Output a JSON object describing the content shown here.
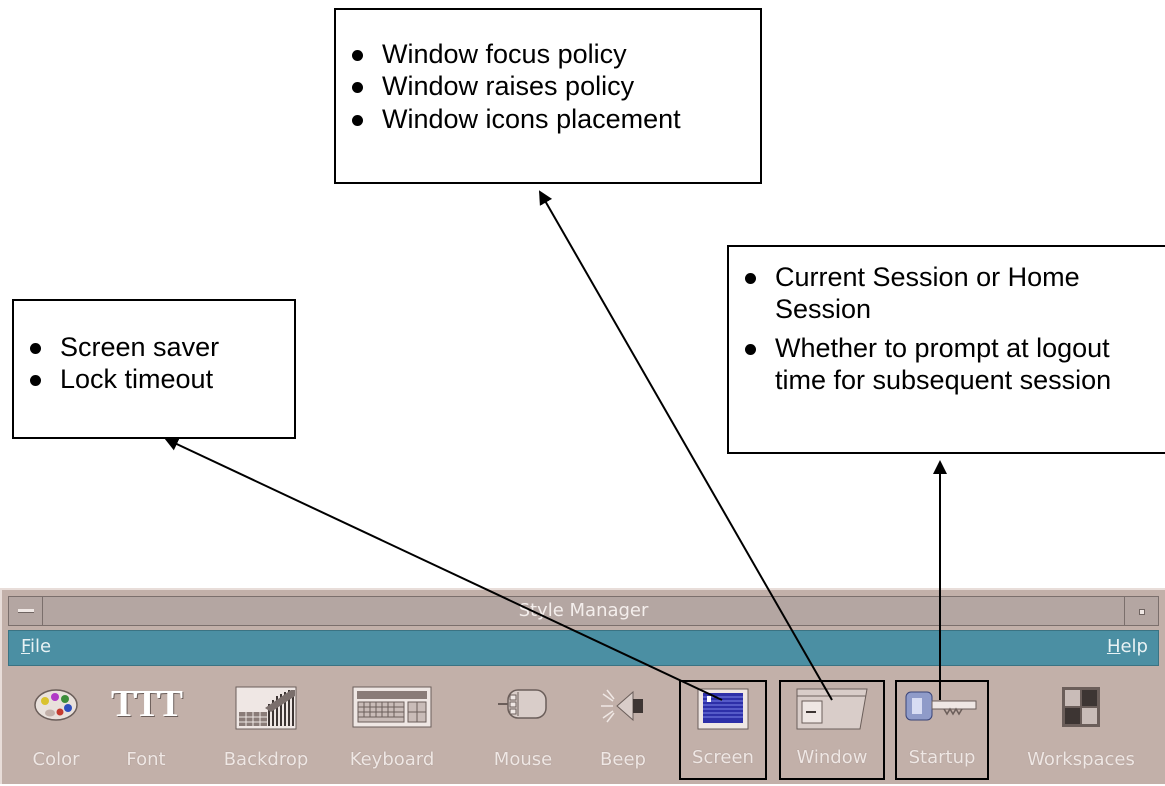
{
  "callouts": {
    "window": [
      "Window focus policy",
      "Window raises policy",
      "Window icons placement"
    ],
    "screen": [
      "Screen saver",
      "Lock timeout"
    ],
    "startup": [
      "Current Session or Home Session",
      "Whether to prompt at logout time for subsequent session"
    ]
  },
  "window": {
    "title": "Style Manager",
    "menu": {
      "file_label": "ile",
      "file_mnemonic": "F",
      "help_label": "elp",
      "help_mnemonic": "H"
    },
    "tools": {
      "color": "Color",
      "font": "Font",
      "font_glyph": "TTT",
      "backdrop": "Backdrop",
      "keyboard": "Keyboard",
      "mouse": "Mouse",
      "beep": "Beep",
      "screen": "Screen",
      "window": "Window",
      "startup": "Startup",
      "workspaces": "Workspaces"
    }
  },
  "colors": {
    "window_bg": "#c2b0a9",
    "menubar": "#4b8fa3",
    "titlebar": "#b4a6a2"
  }
}
